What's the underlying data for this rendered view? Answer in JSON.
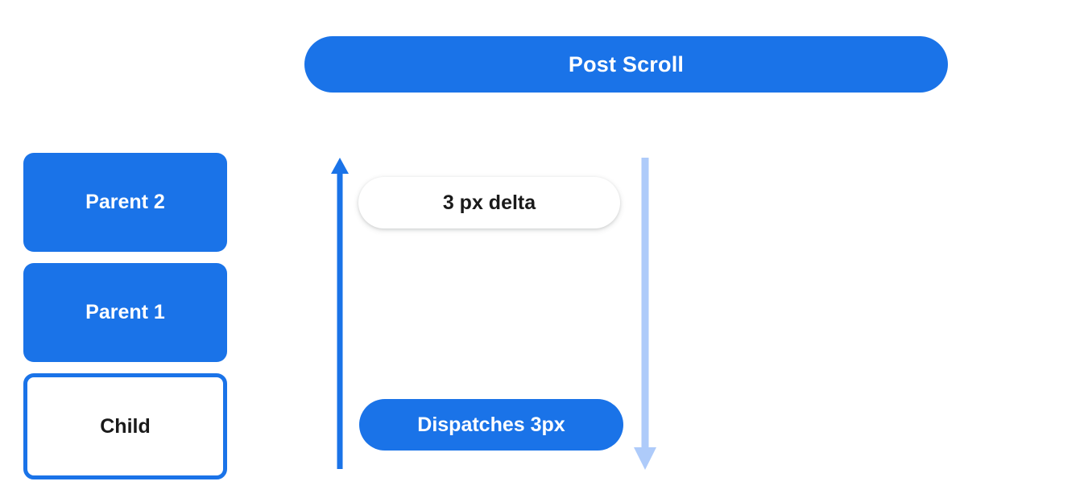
{
  "diagram": {
    "title": "Post Scroll",
    "background_color": "#ffffff",
    "accent_color": "#1a73e8",
    "muted_accent_color": "#aecbfa",
    "nodes": [
      {
        "label": "Parent 2",
        "style": "filled"
      },
      {
        "label": "Parent 1",
        "style": "filled"
      },
      {
        "label": "Child",
        "style": "outlined"
      }
    ],
    "annotations": {
      "delta": "3 px delta",
      "dispatch": "Dispatches 3px"
    },
    "arrows": [
      {
        "name": "bubble-up-arrow",
        "direction": "up",
        "color": "#1a73e8"
      },
      {
        "name": "scroll-down-arrow",
        "direction": "down",
        "color": "#aecbfa"
      }
    ]
  }
}
